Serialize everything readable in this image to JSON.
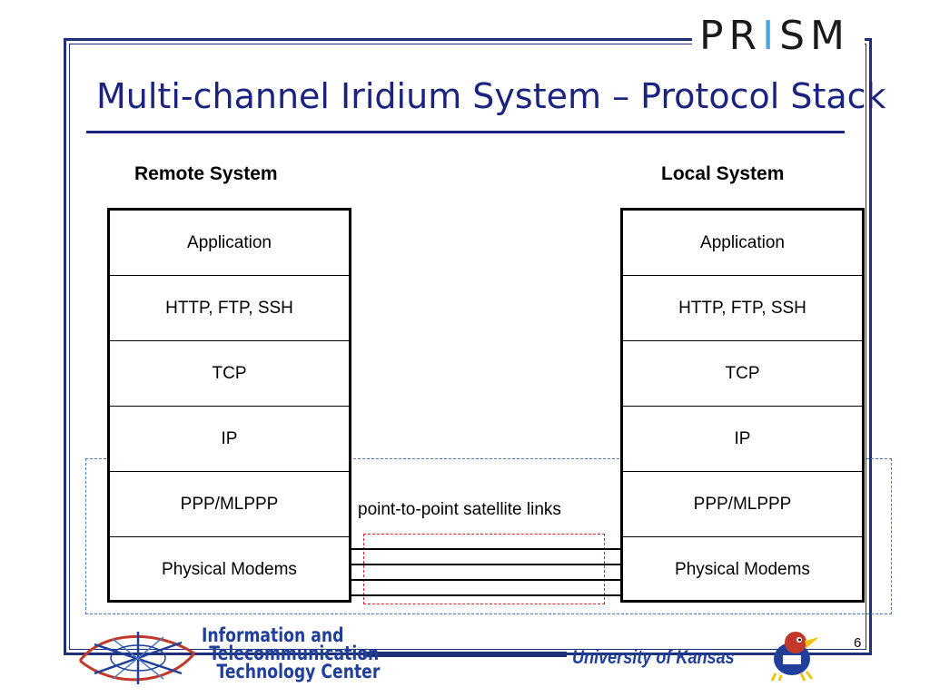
{
  "logo": {
    "text": "PRISM"
  },
  "title": "Multi-channel Iridium System – Protocol Stack",
  "remote": {
    "label": "Remote System",
    "layers": [
      "Application",
      "HTTP, FTP, SSH",
      "TCP",
      "IP",
      "PPP/MLPPP",
      "Physical Modems"
    ]
  },
  "local": {
    "label": "Local System",
    "layers": [
      "Application",
      "HTTP, FTP, SSH",
      "TCP",
      "IP",
      "PPP/MLPPP",
      "Physical Modems"
    ]
  },
  "links": {
    "label": "point-to-point satellite links",
    "count": 4
  },
  "page_number": "6",
  "footer": {
    "itc_lines": [
      "Information and",
      "Telecommunication",
      "Technology Center"
    ],
    "university": "University of Kansas"
  },
  "colors": {
    "frame": "#1f2f7a",
    "title": "#1a237e",
    "dash_blue": "#4a7bc4",
    "dash_red": "#e0202a",
    "footer_text": "#1f3f9a"
  }
}
